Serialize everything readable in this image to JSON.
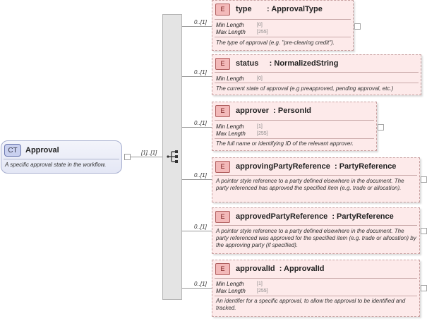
{
  "complex_type": {
    "badge": "CT",
    "name": "Approval",
    "doc": "A specific approval state in the workflow."
  },
  "sequence": {
    "occurrence": "[1]..[1]"
  },
  "elements": [
    {
      "badge": "E",
      "name": "type       : ApprovalType",
      "occurrence": "0..[1]",
      "facets": [
        {
          "label": "Min Length",
          "value": "[0]"
        },
        {
          "label": "Max Length",
          "value": "[255]"
        }
      ],
      "doc": "The type of approval (e.g. \"pre-clearing credit\")."
    },
    {
      "badge": "E",
      "name": "status     : NormalizedString",
      "occurrence": "0..[1]",
      "facets": [
        {
          "label": "Min Length",
          "value": "[0]"
        }
      ],
      "doc": "The current state of approval (e.g preapproved, pending approval, etc.)"
    },
    {
      "badge": "E",
      "name": "approver  : PersonId",
      "occurrence": "0..[1]",
      "facets": [
        {
          "label": "Min Length",
          "value": "[1]"
        },
        {
          "label": "Max Length",
          "value": "[255]"
        }
      ],
      "doc": "The full name or identifying ID of the relevant approver."
    },
    {
      "badge": "E",
      "name": "approvingPartyReference  : PartyReference",
      "occurrence": "0..[1]",
      "facets": [],
      "doc": "A pointer style reference to a party defined elsewhere in the document. The party referenced has approved the specified item (e.g. trade or allocation)."
    },
    {
      "badge": "E",
      "name": "approvedPartyReference  : PartyReference",
      "occurrence": "0..[1]",
      "facets": [],
      "doc": "A pointer style reference to a party defined elsewhere in the document. The party referenced was approved for the specified item (e.g. trade or allocation) by the approving party (if specified)."
    },
    {
      "badge": "E",
      "name": "approvalId  : ApprovalId",
      "occurrence": "0..[1]",
      "facets": [
        {
          "label": "Min Length",
          "value": "[1]"
        },
        {
          "label": "Max Length",
          "value": "[255]"
        }
      ],
      "doc": "An identifer for a specific approval, to allow the approval to be identified and tracked."
    }
  ]
}
